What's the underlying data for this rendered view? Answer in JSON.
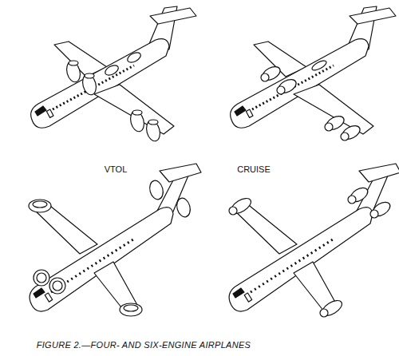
{
  "diagram": {
    "caption": "FIGURE 2.—FOUR- AND SIX-ENGINE AIRPLANES",
    "labels": [
      "VTOL",
      "CRUISE"
    ]
  }
}
